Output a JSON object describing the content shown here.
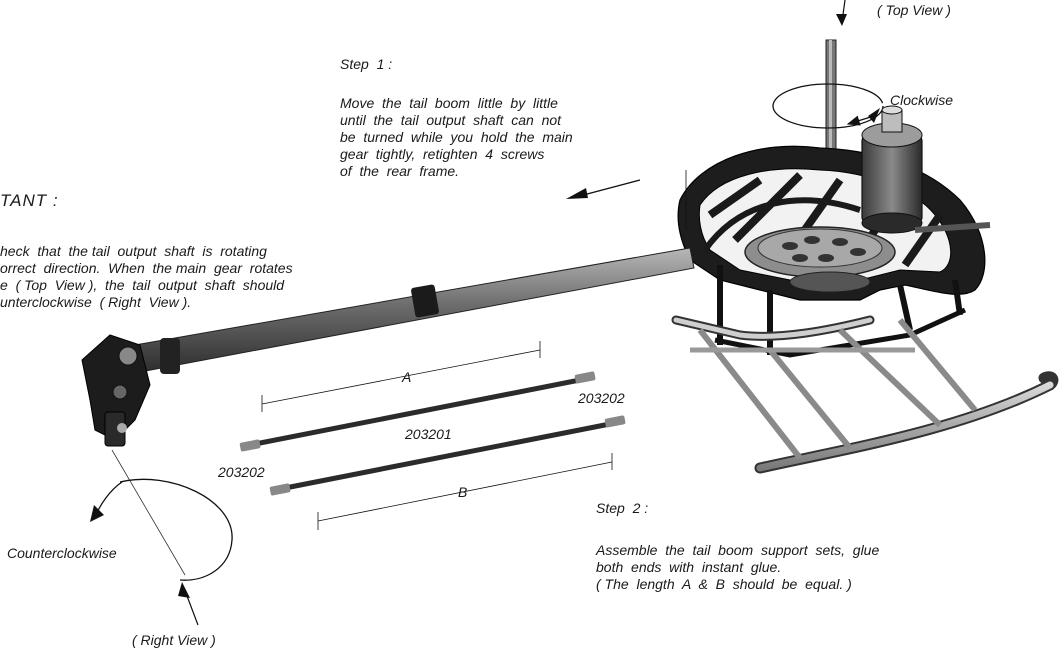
{
  "top_view_label": "( Top View )",
  "right_view_label": "( Right View )",
  "clockwise_label": "Clockwise",
  "counterclockwise_label": "Counterclockwise",
  "important": {
    "heading": "TANT :",
    "text": [
      "heck  that  the tail  output  shaft  is  rotating",
      "orrect  direction.  When  the main  gear  rotates",
      "e  ( Top  View ),  the  tail  output  shaft  should",
      "unterclockwise  ( Right  View )."
    ]
  },
  "step1": {
    "title": "Step  1 :",
    "text": [
      "Move  the  tail  boom  little  by  little",
      "until  the  tail  output  shaft  can  not",
      "be  turned  while  you  hold  the  main",
      "gear  tightly,  retighten  4  screws",
      "of  the  rear  frame."
    ]
  },
  "step2": {
    "title": "Step  2 :",
    "text": [
      "Assemble  the  tail  boom  support  sets,  glue",
      "both  ends  with  instant  glue.",
      "( The  length  A  &  B  should  be  equal. )"
    ]
  },
  "parts": {
    "dimension_a": "A",
    "dimension_b": "B",
    "part_203201": "203201",
    "part_203202_right": "203202",
    "part_203202_left": "203202"
  }
}
